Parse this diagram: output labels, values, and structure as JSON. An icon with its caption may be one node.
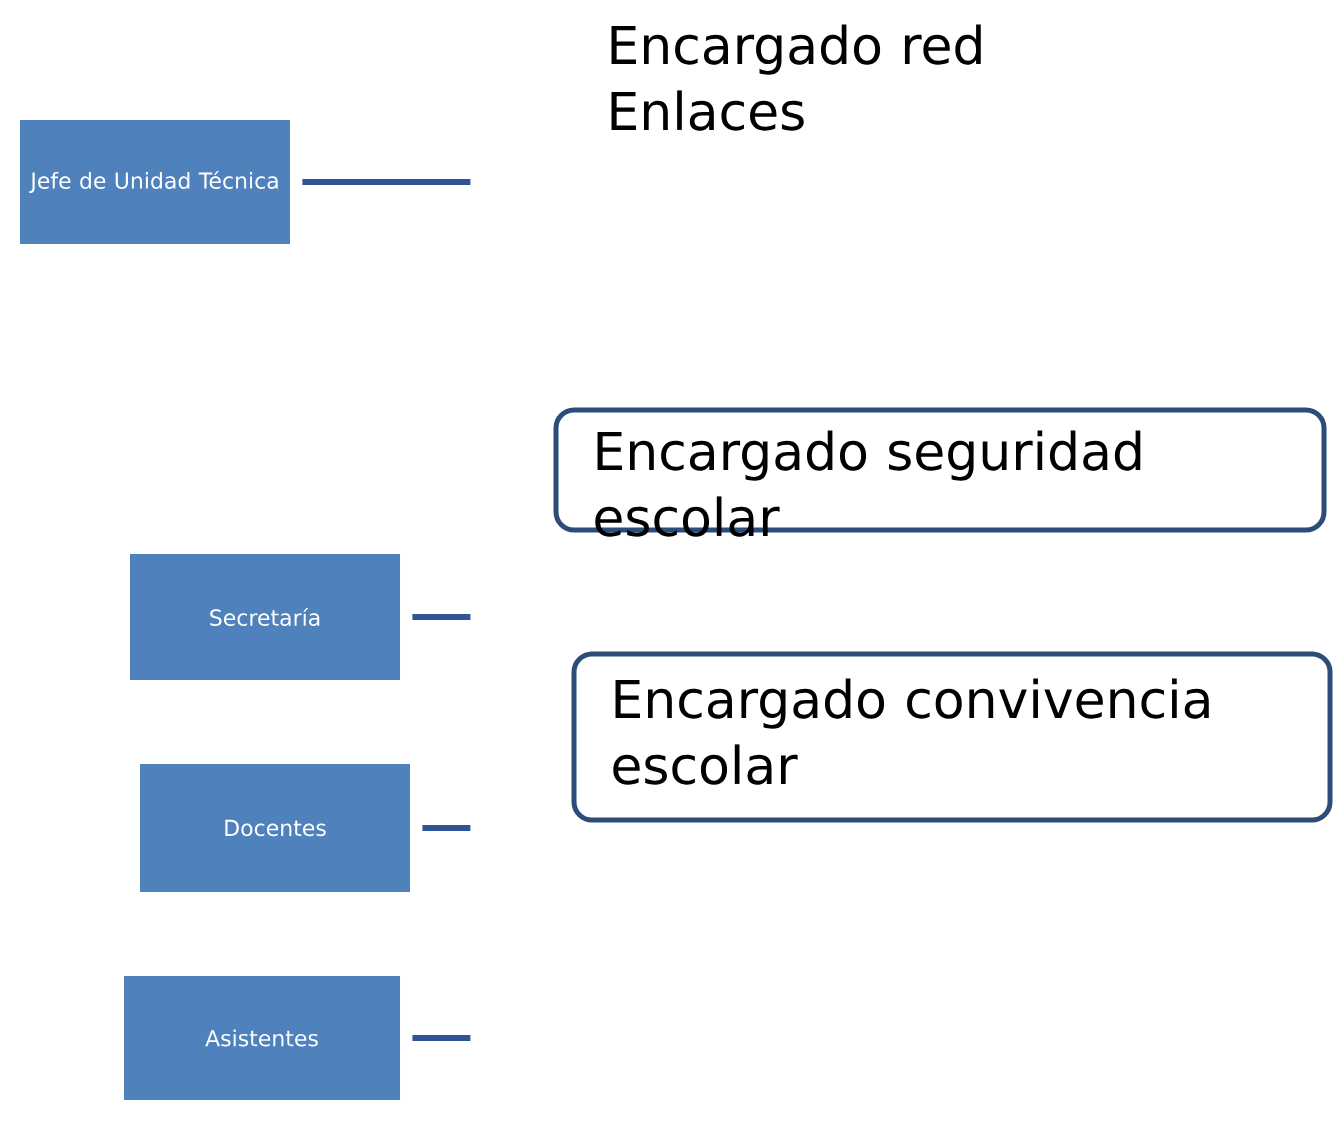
{
  "diagram": {
    "nodes": [
      {
        "text": [
          "Jefe de Unidad Técnica"
        ]
      },
      {
        "text": [
          "Encargado seguridad escolar"
        ]
      },
      {
        "text": [
          "Secretaría"
        ]
      },
      {
        "text": [
          "Encargado convivencia escolar"
        ]
      },
      {
        "text": [
          "Docentes"
        ]
      },
      {
        "text": [
          "Asistentes"
        ]
      }
    ],
    "edges": [
      {
        "from": 0,
        "to": null,
        "arrow": "none"
      },
      {
        "from": 2,
        "to": null,
        "arrow": "none"
      },
      {
        "from": 4,
        "to": null,
        "arrow": "none"
      },
      {
        "from": 5,
        "to": null,
        "arrow": "none"
      }
    ],
    "labels": [
      "Encargado red Enlaces"
    ]
  }
}
